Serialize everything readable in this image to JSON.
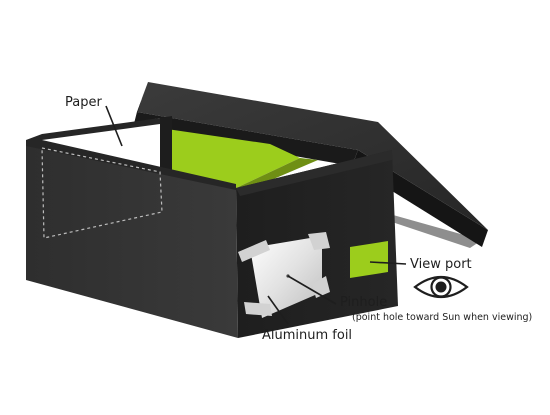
{
  "labels": {
    "paper": "Paper",
    "view_port": "View port",
    "pinhole": "Pinhole",
    "pinhole_note": "(point hole toward Sun when viewing)",
    "aluminum_foil": "Aluminum foil"
  },
  "icons": {
    "eye": "eye-icon"
  },
  "colors": {
    "box_dark": "#2a2a2a",
    "box_front": "#323232",
    "lime": "#9ccd1c",
    "foil": "#e6e6e6",
    "tape": "#d9d9d9"
  }
}
